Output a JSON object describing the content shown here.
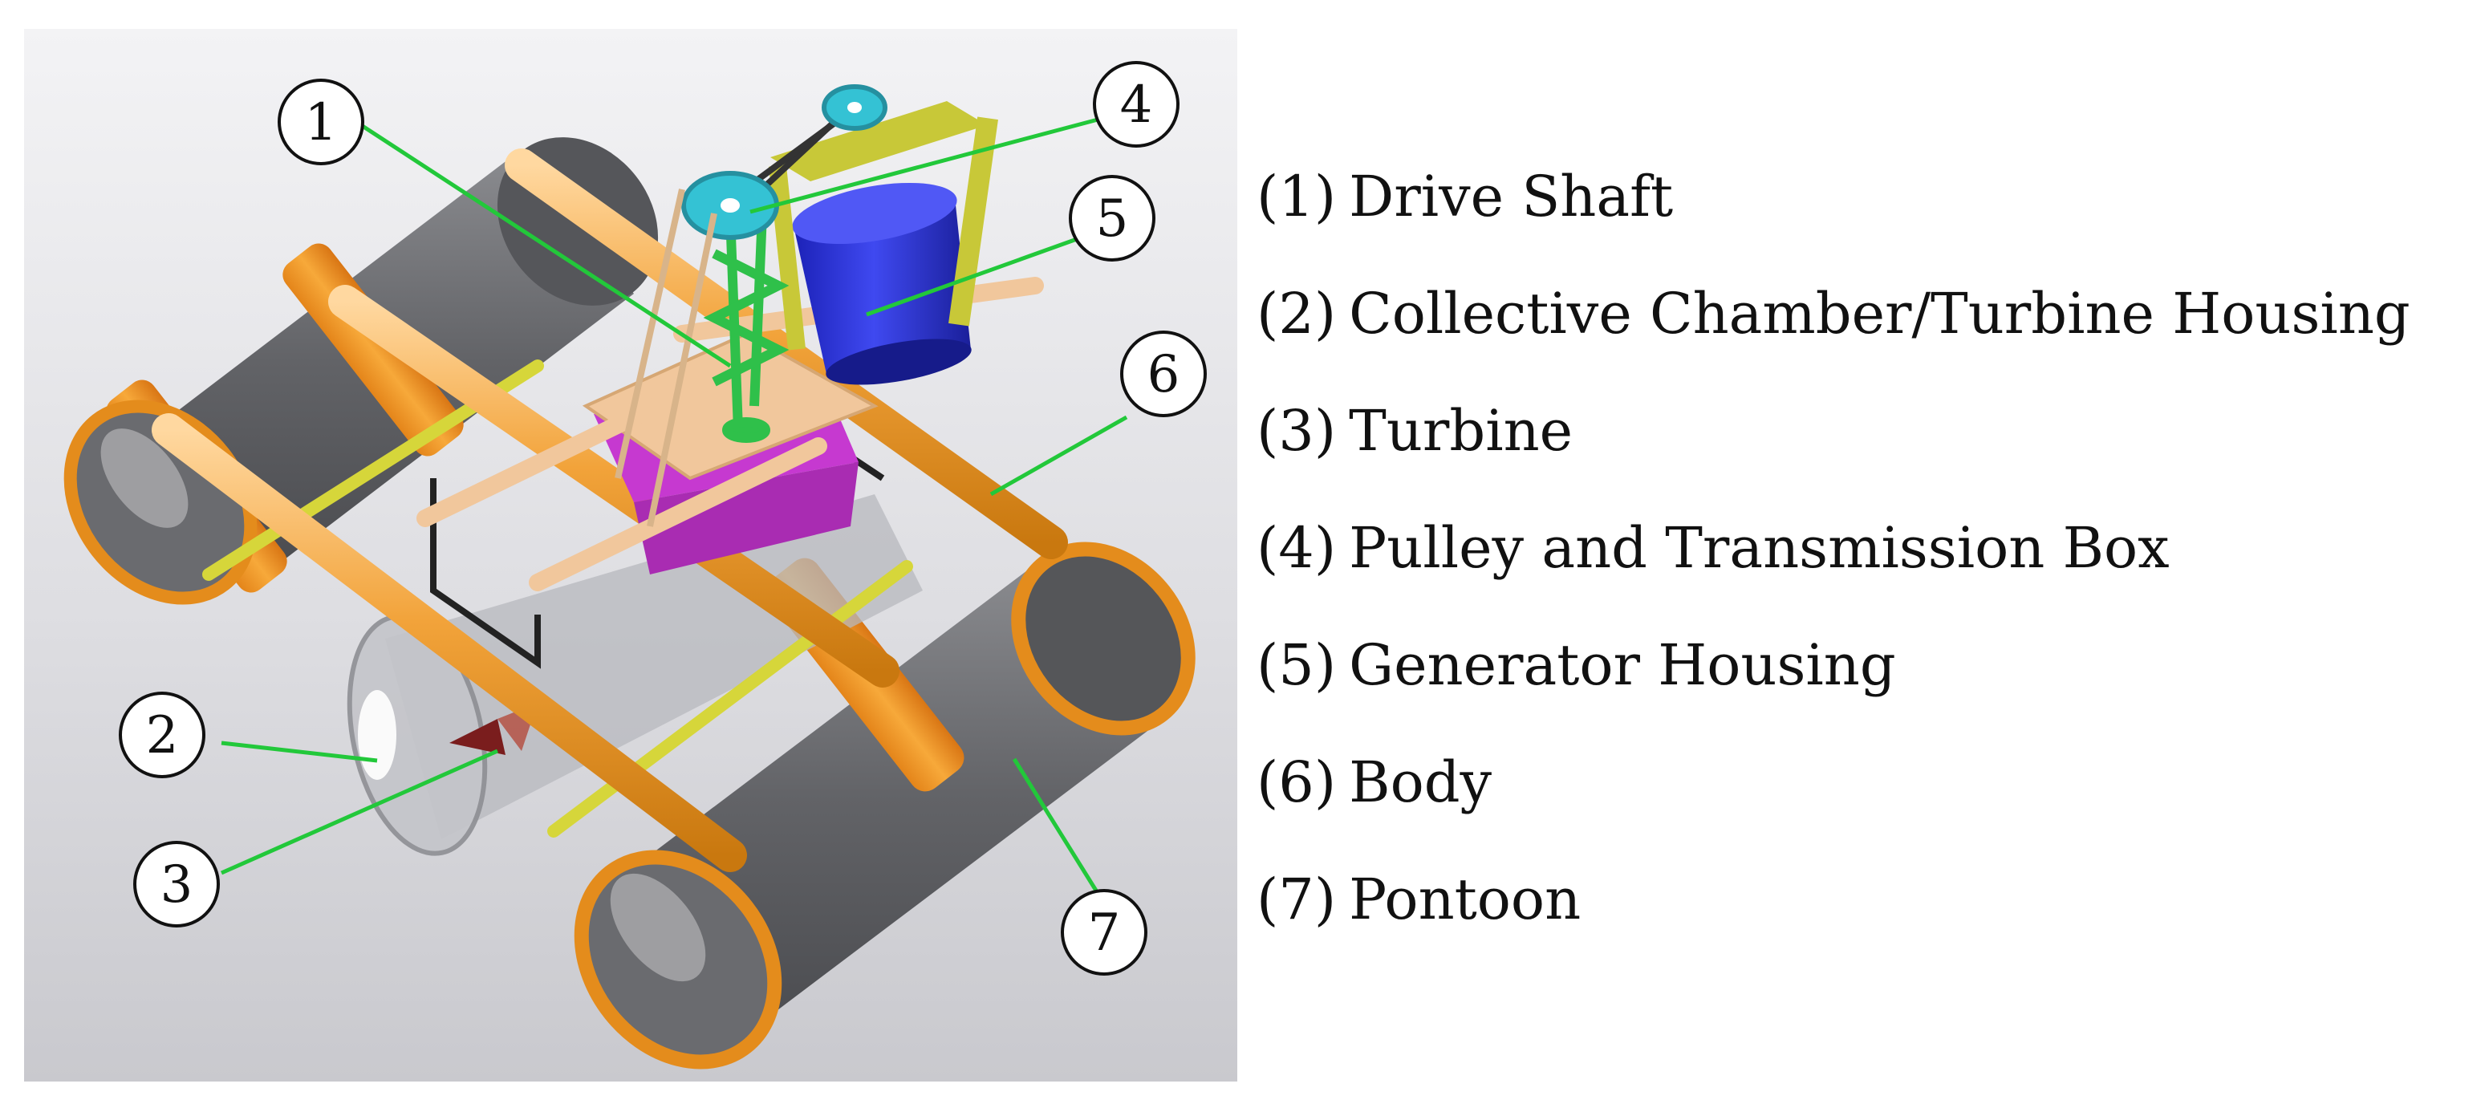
{
  "callouts": [
    {
      "number": "1",
      "name": "Drive Shaft"
    },
    {
      "number": "2",
      "name": "Collective Chamber/Turbine Housing"
    },
    {
      "number": "3",
      "name": "Turbine"
    },
    {
      "number": "4",
      "name": "Pulley and Transmission Box"
    },
    {
      "number": "5",
      "name": "Generator Housing"
    },
    {
      "number": "6",
      "name": "Body"
    },
    {
      "number": "7",
      "name": "Pontoon"
    }
  ],
  "legend": [
    {
      "number": "(1)",
      "label": "Drive Shaft"
    },
    {
      "number": "(2)",
      "label": "Collective Chamber/Turbine Housing"
    },
    {
      "number": "(3)",
      "label": "Turbine"
    },
    {
      "number": "(4)",
      "label": "Pulley and Transmission Box"
    },
    {
      "number": "(5)",
      "label": "Generator Housing"
    },
    {
      "number": "(6)",
      "label": "Body"
    },
    {
      "number": "(7)",
      "label": "Pontoon"
    }
  ],
  "colors": {
    "leader_line": "#22c83a",
    "pontoon": "#6e6f73",
    "band": "#f0961c",
    "frame_tube": "#f2a33a",
    "generator": "#2b34d8",
    "pulley": "#34c2d4",
    "shaft": "#2fc04a",
    "bracket": "#c8c838",
    "plate": "#f1c79c",
    "box": "#c639d0",
    "turbine_housing": "#b7b8bd"
  }
}
